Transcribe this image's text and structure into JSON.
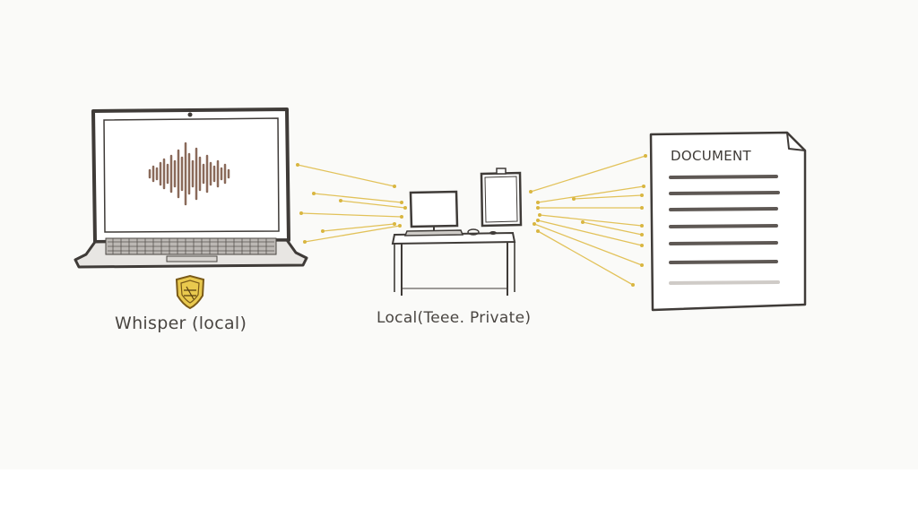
{
  "labels": {
    "left_device": "Whisper (local)",
    "center_workstation": "Local(Teee. Private)",
    "document_title": "DOCUMENT"
  },
  "icons": {
    "laptop": "laptop-icon",
    "waveform": "audio-waveform-icon",
    "shield": "shield-badge-icon",
    "desk": "desk-icon",
    "monitor": "monitor-icon",
    "tablet": "tablet-icon",
    "document": "document-icon"
  },
  "colors": {
    "ink": "#3f3b38",
    "accent_gold": "#e2c25a",
    "background": "#fafaf8"
  }
}
